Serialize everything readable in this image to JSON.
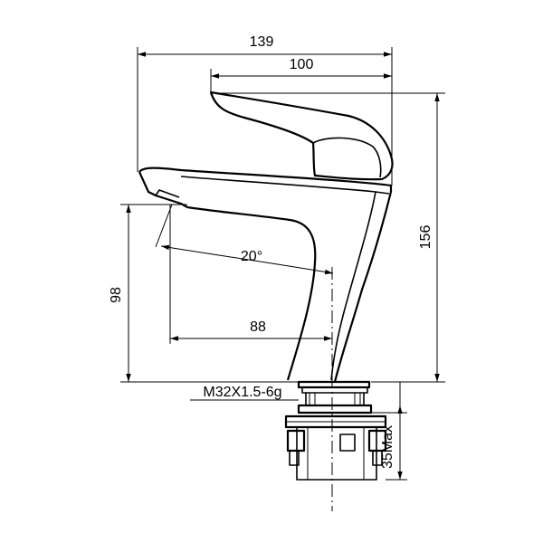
{
  "dimensions": {
    "overall_width": "139",
    "handle_width": "100",
    "overall_height": "156",
    "spout_height": "98",
    "spout_reach": "88",
    "spout_angle": "20°",
    "thread": "M32X1.5-6g",
    "max_deck_thickness": "35Max"
  }
}
